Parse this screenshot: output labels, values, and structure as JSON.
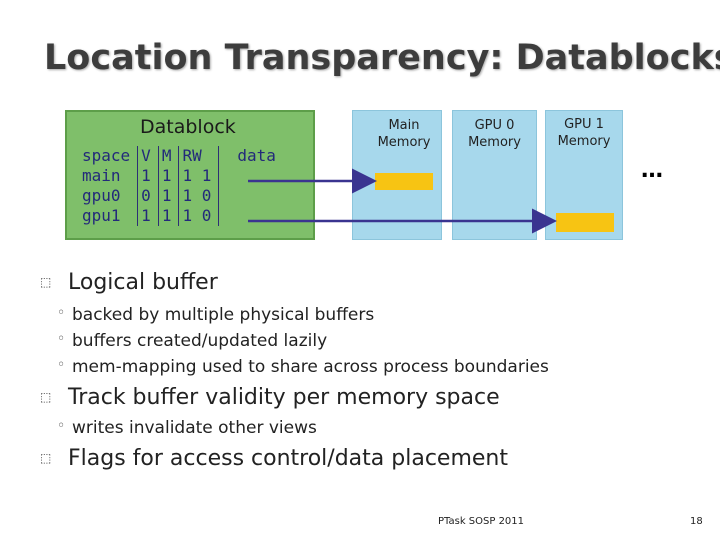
{
  "title": "Location Transparency: Datablocks",
  "datablock": {
    "label": "Datablock",
    "header": [
      "space",
      "V",
      "M",
      "RW",
      "data"
    ],
    "rows": [
      [
        "main",
        "1",
        "1",
        "1 1"
      ],
      [
        "gpu0",
        "0",
        "1",
        "1 0"
      ],
      [
        "gpu1",
        "1",
        "1",
        "1 0"
      ]
    ]
  },
  "memories": [
    {
      "label_line1": "Main",
      "label_line2": "Memory"
    },
    {
      "label_line1": "GPU 0",
      "label_line2": "Memory"
    },
    {
      "label_line1": "GPU 1",
      "label_line2": "Memory"
    }
  ],
  "ellipsis": "…",
  "bullets": [
    {
      "text": "Logical buffer",
      "subs": [
        "backed by multiple physical buffers",
        "buffers created/updated lazily",
        "mem-mapping used to share across process boundaries"
      ]
    },
    {
      "text": "Track buffer validity per memory space",
      "subs": [
        "writes invalidate other views"
      ]
    },
    {
      "text": "Flags for access control/data placement",
      "subs": []
    }
  ],
  "footer": {
    "center": "PTask SOSP 2011",
    "page": "18"
  },
  "colors": {
    "datablock_bg": "#7fbf6a",
    "memory_bg": "#a7d8ec",
    "buffer_fill": "#f7c413",
    "arrow": "#3a3490"
  }
}
